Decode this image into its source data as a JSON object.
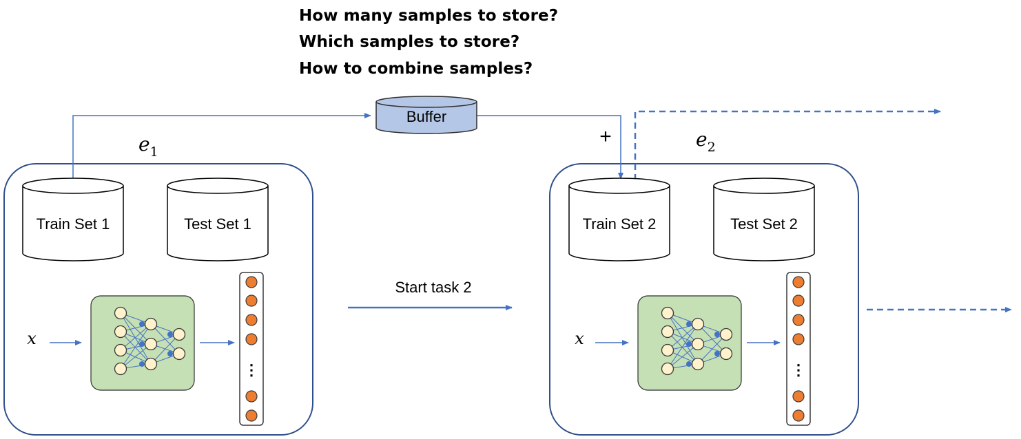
{
  "questions": [
    "How many samples to store?",
    "Which samples to store?",
    "How to combine samples?"
  ],
  "buffer_label": "Buffer",
  "plus_sign": "+",
  "transition_label": "Start task 2",
  "environments": [
    {
      "label_base": "e",
      "label_sub": "1",
      "train_label": "Train Set 1",
      "test_label": "Test Set 1",
      "input_label": "x",
      "ellipsis": "⋮"
    },
    {
      "label_base": "e",
      "label_sub": "2",
      "train_label": "Train Set 2",
      "test_label": "Test Set 2",
      "input_label": "x",
      "ellipsis": "⋮"
    }
  ],
  "colors": {
    "line": "#4472c4",
    "box_border": "#2f4f8a",
    "buffer_fill": "#b4c7e7",
    "network_fill": "#c5e0b4",
    "node_fill": "#fff2cc",
    "output_node": "#ed7d31",
    "edge_dot": "#4472c4"
  }
}
